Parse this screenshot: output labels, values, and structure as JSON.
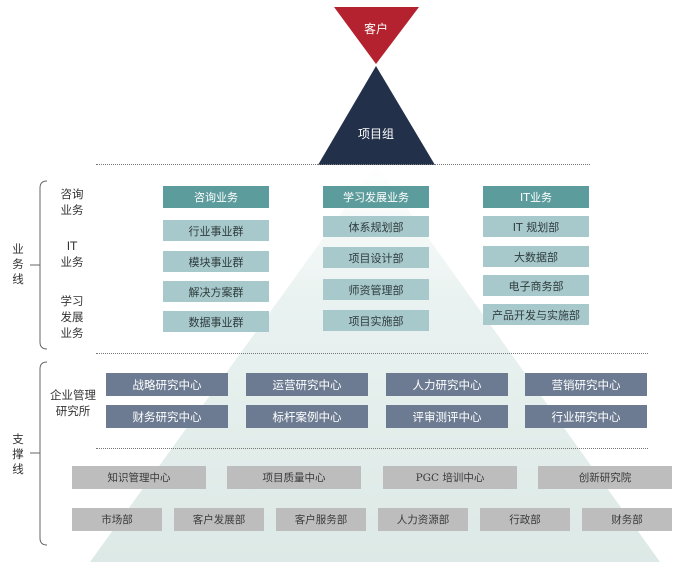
{
  "apex": {
    "customer": "客户",
    "project_team": "项目组"
  },
  "left_labels": {
    "business_line": [
      "业",
      "务",
      "线"
    ],
    "support_line": [
      "支",
      "撑",
      "线"
    ]
  },
  "business_categories": {
    "consulting": [
      "咨询",
      "业务"
    ],
    "it": [
      "IT",
      "业务"
    ],
    "learning": [
      "学习",
      "发展",
      "业务"
    ]
  },
  "business_columns": [
    {
      "header": "咨询业务",
      "items": [
        "行业事业群",
        "模块事业群",
        "解决方案群",
        "数据事业群"
      ]
    },
    {
      "header": "学习发展业务",
      "items": [
        "体系规划部",
        "项目设计部",
        "师资管理部",
        "项目实施部"
      ]
    },
    {
      "header": "IT业务",
      "items": [
        "IT 规划部",
        "大数据部",
        "电子商务部",
        "产品开发与实施部"
      ]
    }
  ],
  "research_institute_label": [
    "企业管理",
    "研究所"
  ],
  "research_centers": {
    "row1": [
      "战略研究中心",
      "运营研究中心",
      "人力研究中心",
      "营销研究中心"
    ],
    "row2": [
      "财务研究中心",
      "标杆案例中心",
      "评审测评中心",
      "行业研究中心"
    ]
  },
  "support_row1": [
    "知识管理中心",
    "项目质量中心",
    "PGC 培训中心",
    "创新研究院"
  ],
  "support_row2": [
    "市场部",
    "客户发展部",
    "客户服务部",
    "人力资源部",
    "行政部",
    "财务部"
  ],
  "colors": {
    "customer_red": "#b3222e",
    "project_navy": "#22304a",
    "pyramid_tint": "#e6f0ee",
    "teal_header": "#5d9c9c",
    "teal_item": "#a8c9cb",
    "research_navy": "#6c7b91",
    "support_gray": "#bdbdbd"
  }
}
